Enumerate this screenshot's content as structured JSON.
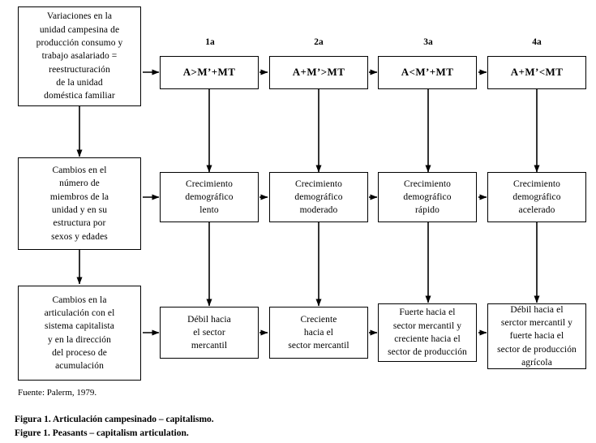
{
  "figure": {
    "column_labels": [
      "1a",
      "2a",
      "3a",
      "4a"
    ],
    "drivers": [
      {
        "id": "driver-1",
        "text": "Variaciones en la\nunidad campesina de\nproducción consumo y\ntrabajo asalariado =\nreestructuración\nde la unidad\ndoméstica familiar"
      },
      {
        "id": "driver-2",
        "text": "Cambios en el\nnúmero de\nmiembros de la\nunidad y en su\nestructura por\nsexos y edades"
      },
      {
        "id": "driver-3",
        "text": "Cambios en la\narticulación con el\nsistema capitalista\ny en la dirección\ndel proceso de\nacumulación"
      }
    ],
    "formulas": [
      {
        "id": "formula-1a",
        "text": "A>M’+MT"
      },
      {
        "id": "formula-2a",
        "text": "A+M’>MT"
      },
      {
        "id": "formula-3a",
        "text": "A<M’+MT"
      },
      {
        "id": "formula-4a",
        "text": "A+M’<MT"
      }
    ],
    "demographics": [
      {
        "id": "demo-1",
        "text": "Crecimiento\ndemográfico\nlento"
      },
      {
        "id": "demo-2",
        "text": "Crecimiento\ndemográfico\nmoderado"
      },
      {
        "id": "demo-3",
        "text": "Crecimiento\ndemográfico\nrápido"
      },
      {
        "id": "demo-4",
        "text": "Crecimiento\ndemográfico\nacelerado"
      }
    ],
    "articulations": [
      {
        "id": "artic-1",
        "text": "Débil hacia\nel sector\nmercantil"
      },
      {
        "id": "artic-2",
        "text": "Creciente\nhacia el\nsector mercantil"
      },
      {
        "id": "artic-3",
        "text": "Fuerte hacia el\nsector mercantil y\ncreciente hacia el\nsector de producción"
      },
      {
        "id": "artic-4",
        "text": "Débil hacia el\nserctor mercantil y\nfuerte hacia el\nsector de producción\nagrícola"
      }
    ],
    "source_note": "Fuente: Palerm, 1979.",
    "caption_es": "Figura 1. Articulación campesinado – capitalismo.",
    "caption_en": "Figure 1. Peasants – capitalism articulation.",
    "colors": {
      "ink": "#000000",
      "paper": "#ffffff"
    }
  }
}
